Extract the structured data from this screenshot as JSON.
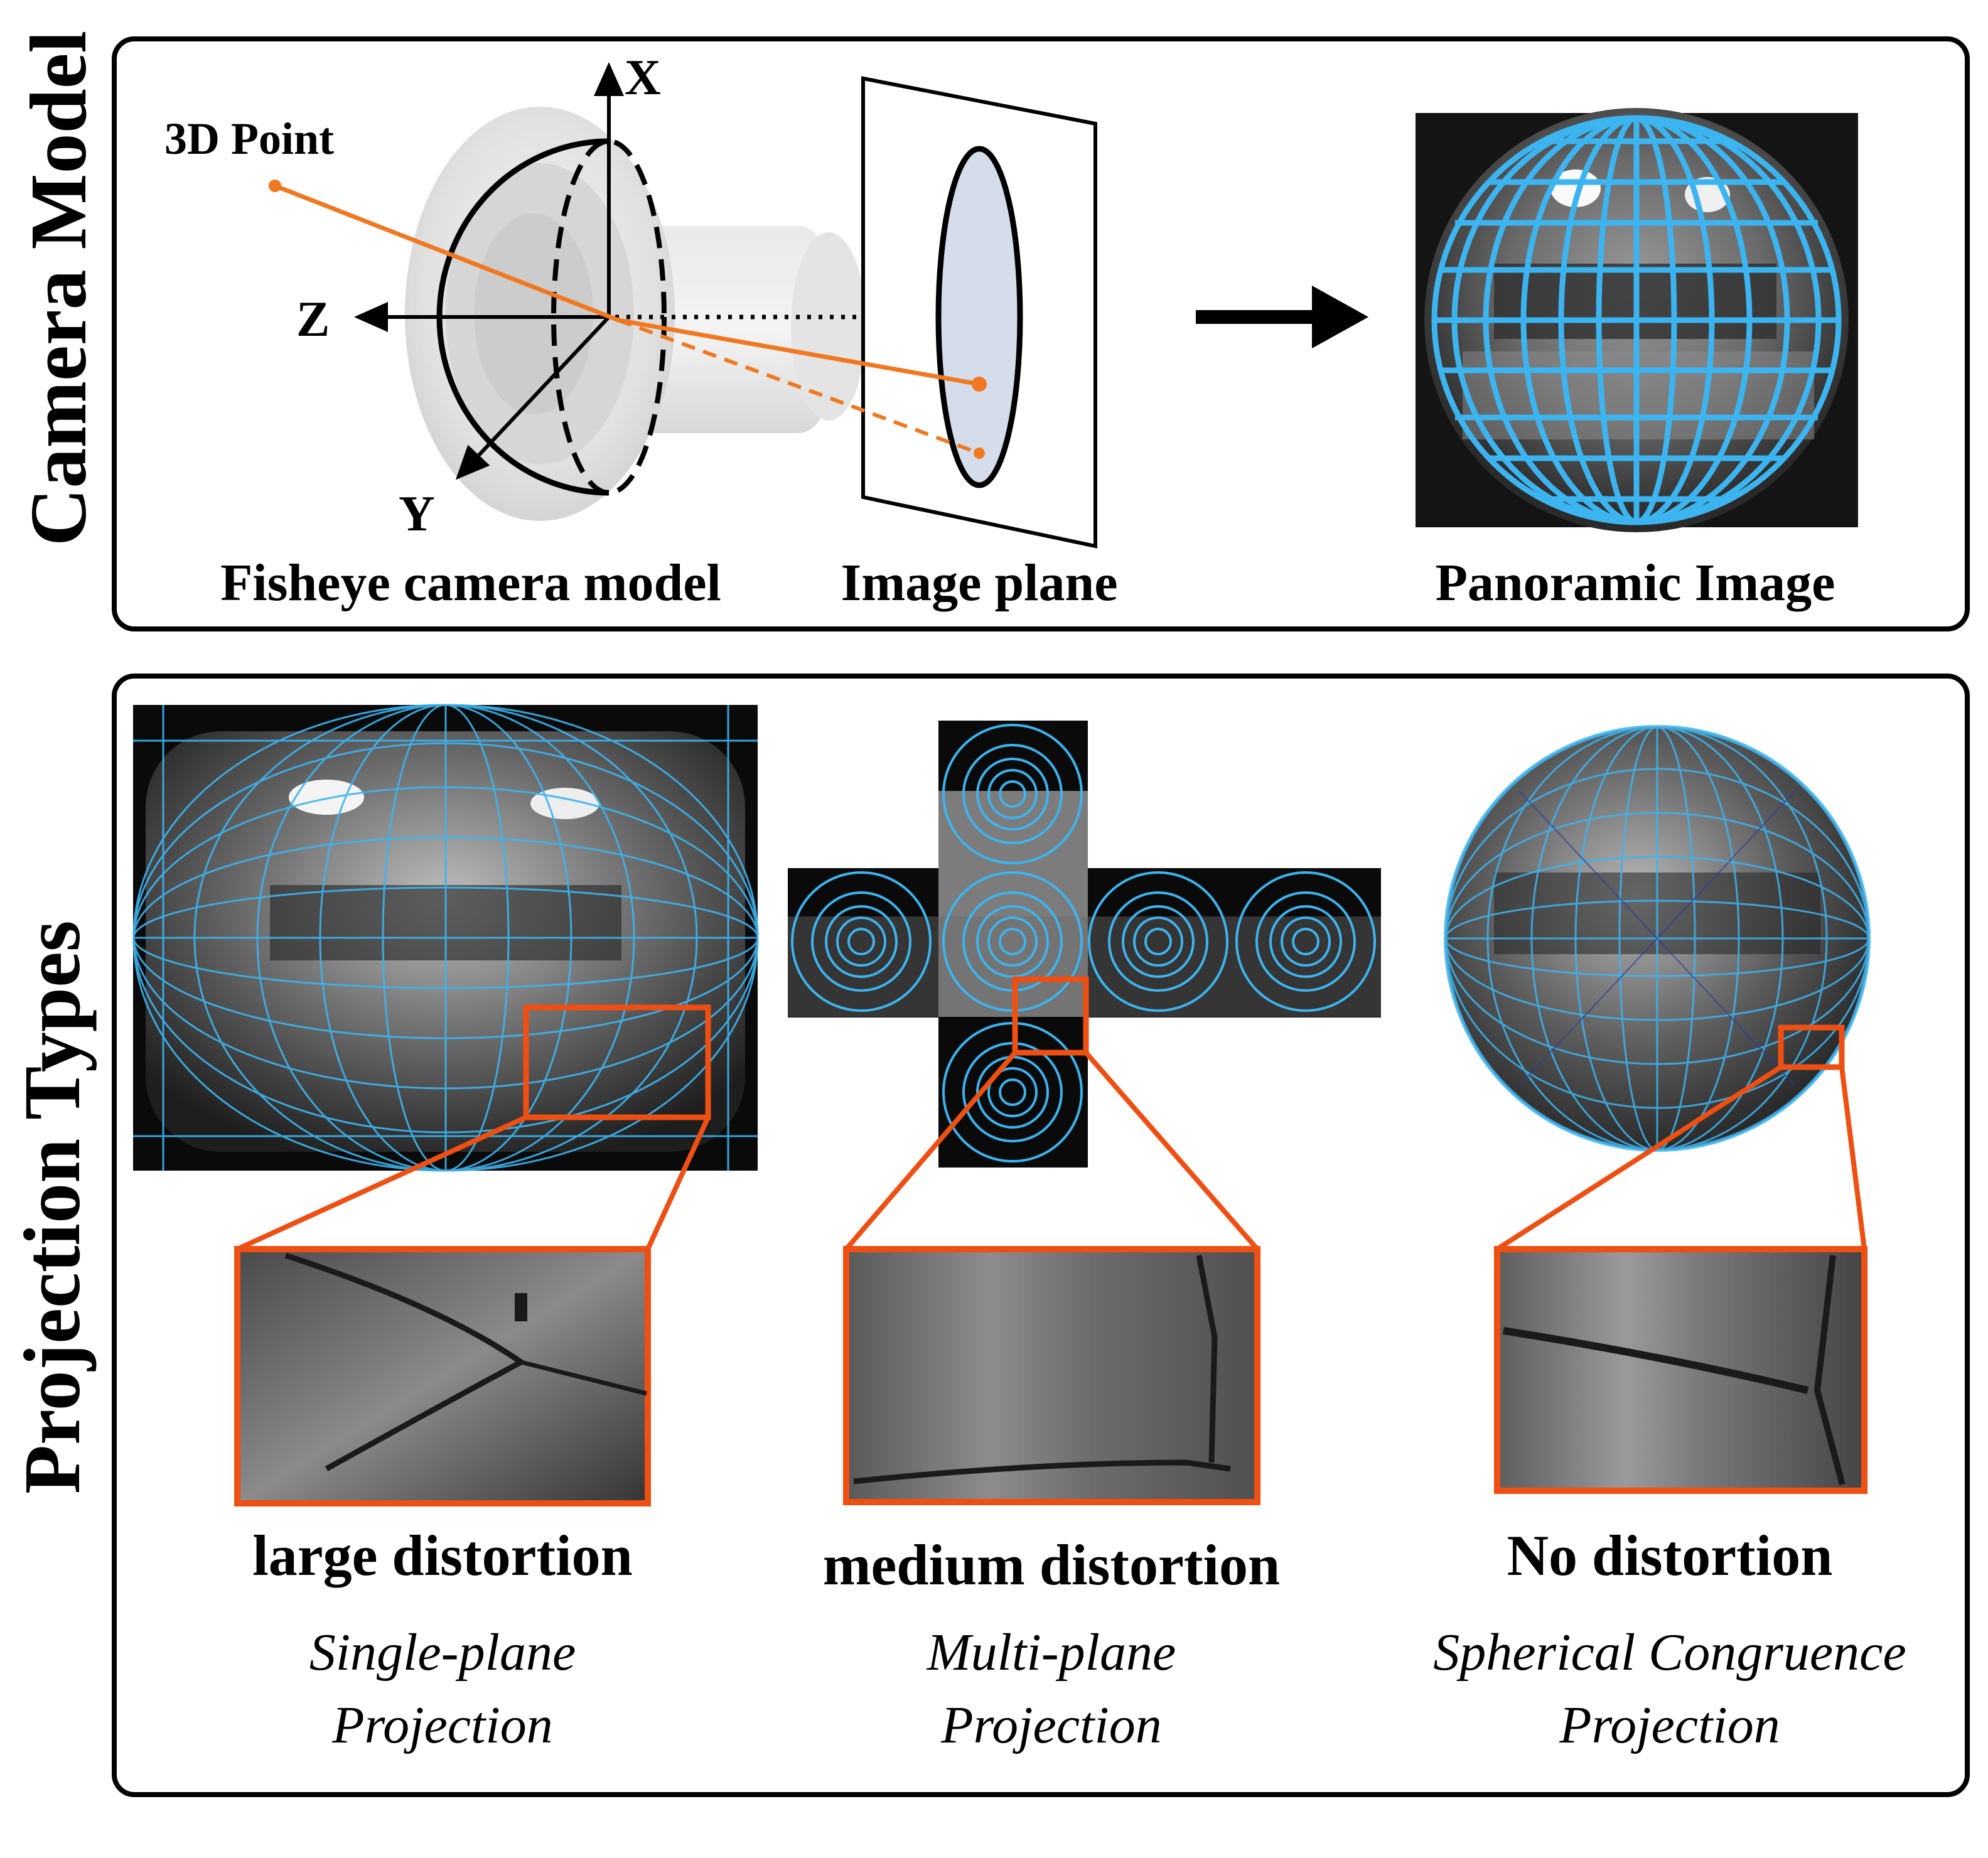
{
  "sections": {
    "camera_model": "Camera Model",
    "projection_types": "Projection Types"
  },
  "camera": {
    "axis_x": "X",
    "axis_y": "Y",
    "axis_z": "Z",
    "point_label": "3D Point",
    "fisheye_caption": "Fisheye camera model",
    "image_plane_caption": "Image plane",
    "panoramic_caption": "Panoramic Image"
  },
  "projections": [
    {
      "distortion": "large distortion",
      "line1": "Single-plane",
      "line2": "Projection"
    },
    {
      "distortion": "medium distortion",
      "line1": "Multi-plane",
      "line2": "Projection"
    },
    {
      "distortion": "No distortion",
      "line1": "Spherical Congruence",
      "line2": "Projection"
    }
  ],
  "colors": {
    "ray": "#f07820",
    "grid": "#3cb4f0",
    "highlight": "#ee4f12",
    "image_plane_fill": "#d4dde9"
  }
}
